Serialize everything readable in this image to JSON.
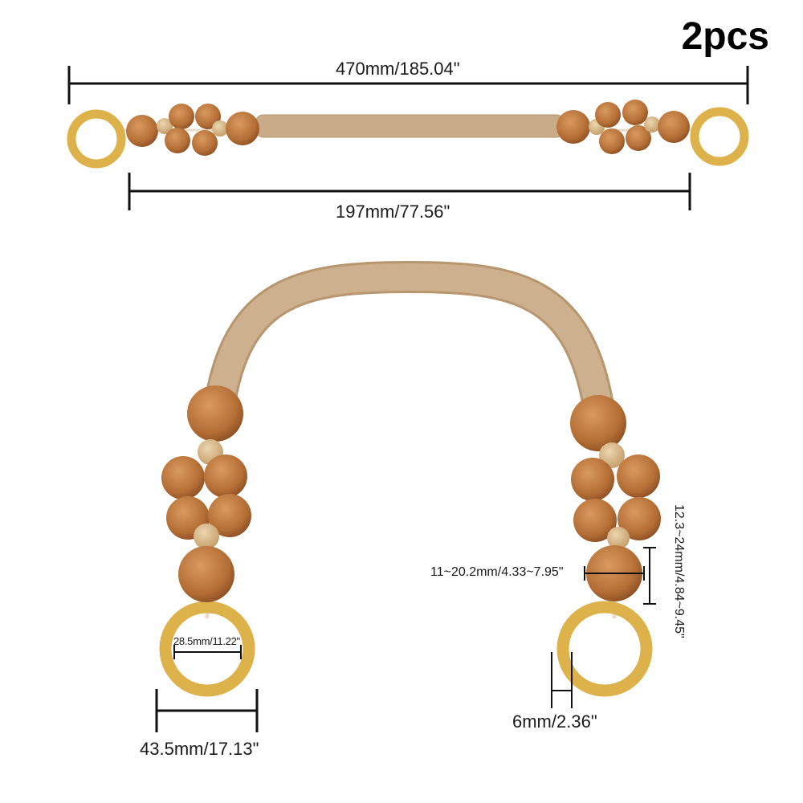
{
  "quantity_label": "2pcs",
  "colors": {
    "rope": "#c9ab88",
    "bead": "#b9743a",
    "spacer_bead": "#d9bc8e",
    "ring": "#ddb24a",
    "dimension_line": "#111111"
  },
  "dimensions": {
    "total_length": "470mm/185.04\"",
    "rope_length": "197mm/77.56\"",
    "ring_inner_diameter": "28.5mm/11.22\"",
    "ring_outer_diameter": "43.5mm/17.13\"",
    "ring_thickness": "6mm/2.36\"",
    "bead_diameter": "11~20.2mm/4.33~7.95\"",
    "bead_height": "12.3~24mm/4.84~9.45\""
  }
}
